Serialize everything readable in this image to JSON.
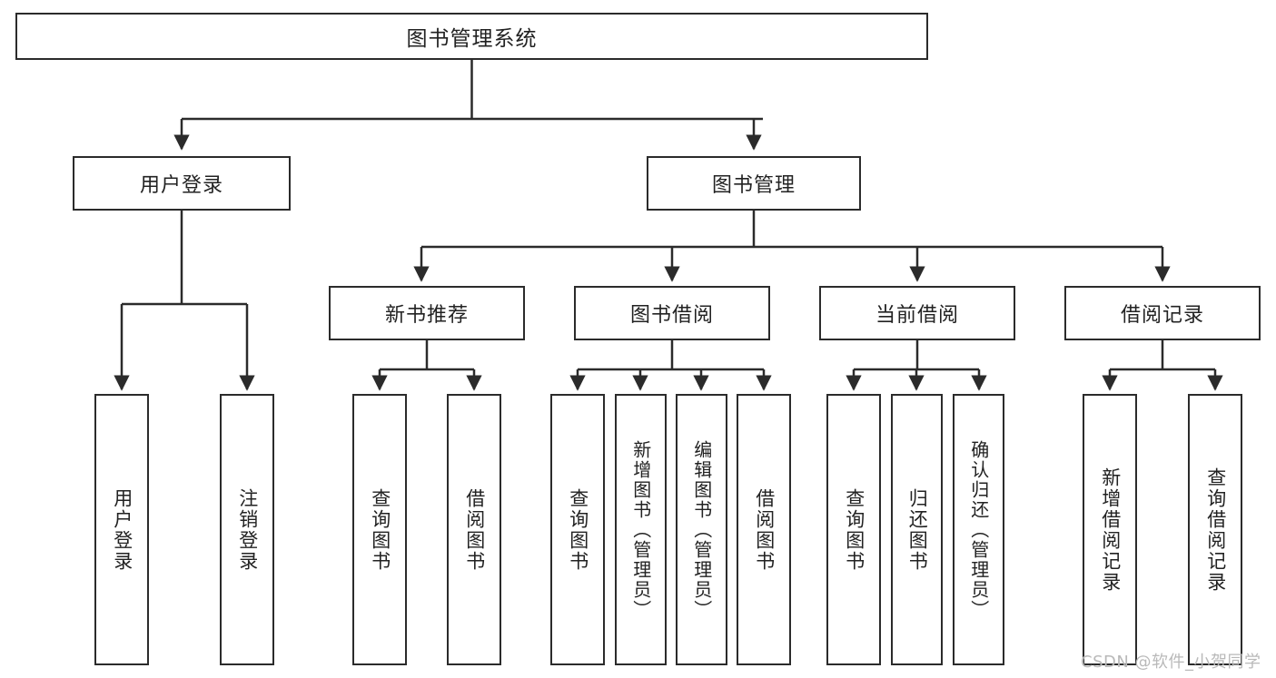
{
  "diagram": {
    "type": "hierarchy-tree",
    "title": "图书管理系统",
    "root": {
      "label": "图书管理系统"
    },
    "level1": [
      {
        "label": "用户登录"
      },
      {
        "label": "图书管理"
      }
    ],
    "level2": [
      {
        "label": "新书推荐"
      },
      {
        "label": "图书借阅"
      },
      {
        "label": "当前借阅"
      },
      {
        "label": "借阅记录"
      }
    ],
    "leaves": {
      "user_login": [
        "用户登录",
        "注销登录"
      ],
      "new_book_recommend": [
        "查询图书",
        "借阅图书"
      ],
      "book_borrow": [
        "查询图书",
        "新增图书（管理员）",
        "编辑图书（管理员）",
        "借阅图书"
      ],
      "current_borrow": [
        "查询图书",
        "归还图书",
        "确认归还（管理员）"
      ],
      "borrow_record": [
        "新增借阅记录",
        "查询借阅记录"
      ]
    }
  },
  "watermark": {
    "text": "CSDN @软件_小贺同学"
  },
  "colors": {
    "stroke": "#2b2b2b",
    "background": "#ffffff",
    "text": "#222222",
    "watermark": "#b9b9b9"
  }
}
